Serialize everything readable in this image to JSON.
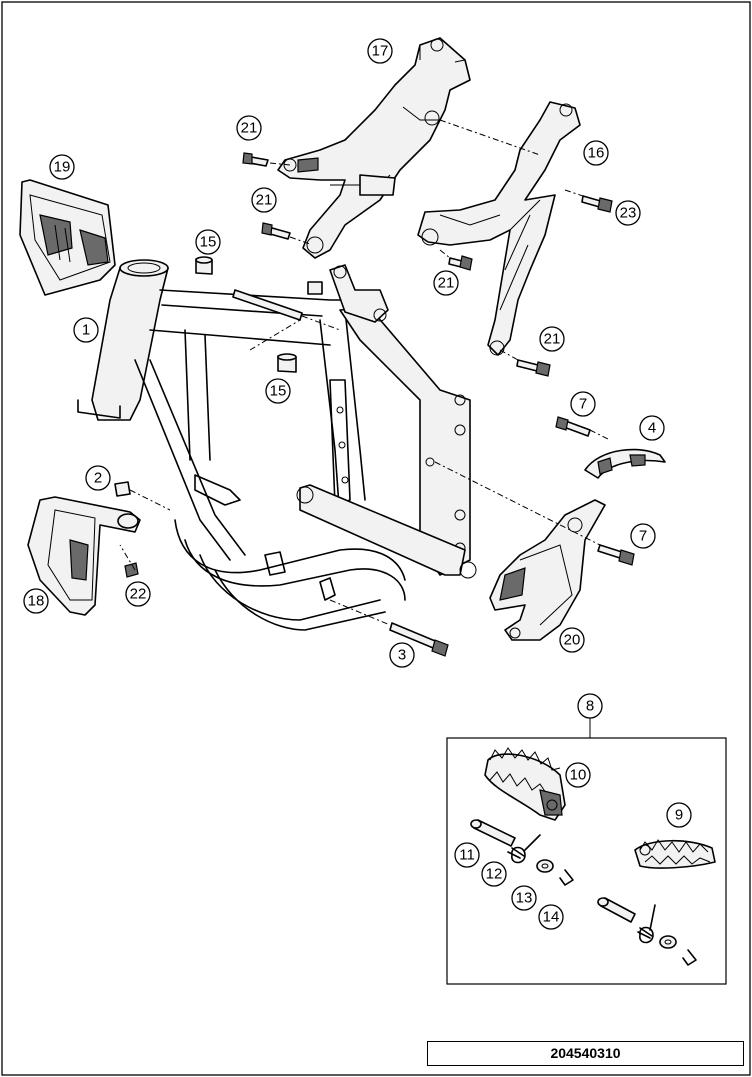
{
  "diagram": {
    "document_number": "204540310",
    "callouts": [
      {
        "id": "c1",
        "label": "1"
      },
      {
        "id": "c2",
        "label": "2"
      },
      {
        "id": "c3",
        "label": "3"
      },
      {
        "id": "c4",
        "label": "4"
      },
      {
        "id": "c7a",
        "label": "7"
      },
      {
        "id": "c7b",
        "label": "7"
      },
      {
        "id": "c8",
        "label": "8"
      },
      {
        "id": "c9",
        "label": "9"
      },
      {
        "id": "c10",
        "label": "10"
      },
      {
        "id": "c11",
        "label": "11"
      },
      {
        "id": "c12",
        "label": "12"
      },
      {
        "id": "c13",
        "label": "13"
      },
      {
        "id": "c14",
        "label": "14"
      },
      {
        "id": "c15a",
        "label": "15"
      },
      {
        "id": "c15b",
        "label": "15"
      },
      {
        "id": "c16",
        "label": "16"
      },
      {
        "id": "c17",
        "label": "17"
      },
      {
        "id": "c18",
        "label": "18"
      },
      {
        "id": "c19",
        "label": "19"
      },
      {
        "id": "c20",
        "label": "20"
      },
      {
        "id": "c21a",
        "label": "21"
      },
      {
        "id": "c21b",
        "label": "21"
      },
      {
        "id": "c21c",
        "label": "21"
      },
      {
        "id": "c21d",
        "label": "21"
      },
      {
        "id": "c22",
        "label": "22"
      },
      {
        "id": "c23",
        "label": "23"
      }
    ],
    "parts": [
      {
        "id": "frame",
        "icon": "motorcycle-frame-icon"
      },
      {
        "id": "subframe-left",
        "icon": "subframe-bracket-icon"
      },
      {
        "id": "subframe-right",
        "icon": "subframe-bracket-icon"
      },
      {
        "id": "headlight-mask",
        "icon": "headlight-mask-icon"
      },
      {
        "id": "frame-guard",
        "icon": "frame-guard-icon"
      },
      {
        "id": "chain-guide",
        "icon": "chain-guide-icon"
      },
      {
        "id": "chain-slider",
        "icon": "chain-slider-icon"
      },
      {
        "id": "footpeg-left",
        "icon": "footpeg-icon"
      },
      {
        "id": "footpeg-right",
        "icon": "footpeg-icon"
      }
    ]
  }
}
